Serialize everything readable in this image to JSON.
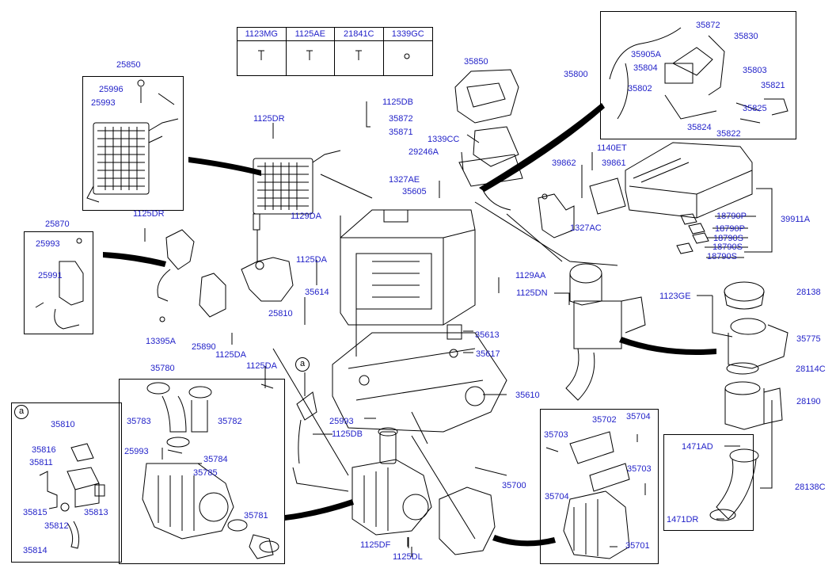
{
  "bolt_table": {
    "headers": [
      "1123MG",
      "1125AE",
      "21841C",
      "1339GC"
    ]
  },
  "callouts": {
    "a_main": "a",
    "a_inset": "a"
  },
  "labels": {
    "l25850": "25850",
    "l25996": "25996",
    "l25993a": "25993",
    "l1125DR_a": "1125DR",
    "l1125DB_a": "1125DB",
    "l35872_a": "35872",
    "l35871": "35871",
    "l35850": "35850",
    "l1339CC": "1339CC",
    "l29246A": "29246A",
    "l35800": "35800",
    "l35872_b": "35872",
    "l35830": "35830",
    "l35905A": "35905A",
    "l35804": "35804",
    "l35803": "35803",
    "l35802": "35802",
    "l35821": "35821",
    "l35825": "35825",
    "l35824": "35824",
    "l35822": "35822",
    "l1140ET": "1140ET",
    "l39862": "39862",
    "l39861": "39861",
    "l1327AE": "1327AE",
    "l35605": "35605",
    "l1129DA": "1129DA",
    "l1327AC": "1327AC",
    "l18790P_a": "18790P",
    "l39911A": "39911A",
    "l18790P_b": "18790P",
    "l18790S_a": "18790S",
    "l18790S_b": "18790S",
    "l18790S_c": "18790S",
    "l25870": "25870",
    "l1125DR_b": "1125DR",
    "l25993b": "25993",
    "l25991": "25991",
    "l1125DA_a": "1125DA",
    "l1129AA": "1129AA",
    "l1125DN": "1125DN",
    "l1123GE": "1123GE",
    "l28138": "28138",
    "l35614": "35614",
    "l25810": "25810",
    "l13395A": "13395A",
    "l25890": "25890",
    "l1125DA_b": "1125DA",
    "l35613": "35613",
    "l35617": "35617",
    "l35775": "35775",
    "l28114C": "28114C",
    "l35780": "35780",
    "l1125DA_c": "1125DA",
    "l35610": "35610",
    "l28190": "28190",
    "l35783": "35783",
    "l35782": "35782",
    "l25993c": "25993",
    "l1125DB_b": "1125DB",
    "l35702": "35702",
    "l35704_a": "35704",
    "l35703_a": "35703",
    "l1471AD": "1471AD",
    "l25993d": "25993",
    "l35784": "35784",
    "l35785": "35785",
    "l35703_b": "35703",
    "l35700": "35700",
    "l35704_b": "35704",
    "l28138C": "28138C",
    "l35781": "35781",
    "l1471DR": "1471DR",
    "l1125DF": "1125DF",
    "l35701": "35701",
    "l1125DL": "1125DL",
    "l35810": "35810",
    "l35816": "35816",
    "l35811": "35811",
    "l35815": "35815",
    "l35813": "35813",
    "l35812": "35812",
    "l35814": "35814"
  }
}
